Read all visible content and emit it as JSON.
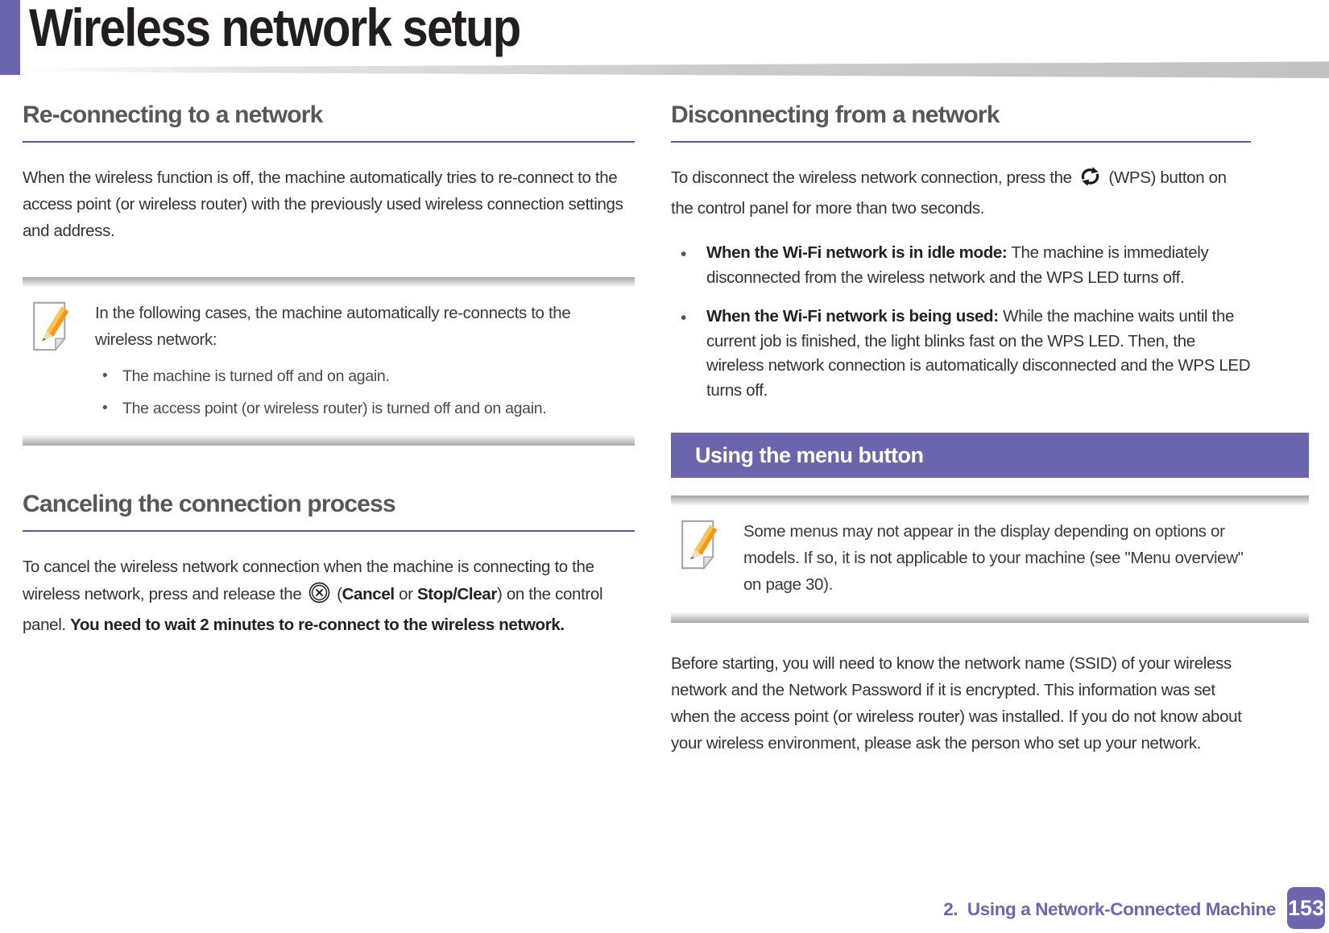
{
  "colors": {
    "accent_purple": "#6B65AE",
    "heading_gray": "#58585A",
    "body_text": "#333236",
    "rule_purple": "#5C55A6",
    "footer_purple": "#6C67AE"
  },
  "icons": {
    "note": "note-pencil-icon",
    "cancel": "cancel-stop-icon",
    "wps": "wps-refresh-icon"
  },
  "header": {
    "title": "Wireless network setup"
  },
  "left": {
    "reconnect": {
      "heading": "Re-connecting to a network",
      "body": "When the wireless function is off, the machine automatically tries to re-connect to the access point (or wireless router) with the previously used wireless connection settings and address."
    },
    "note": {
      "intro": "In the following cases, the machine automatically re-connects to the wireless network:",
      "bullets": [
        "The machine is turned off and on again.",
        "The access point (or wireless router) is turned off and on again."
      ]
    },
    "cancel": {
      "heading": "Canceling the connection process",
      "p_start": "To cancel the wireless network connection when the machine is connecting to the wireless network, press and release the ",
      "p_open_paren": " (",
      "btn_cancel": "Cancel",
      "p_or": " or ",
      "btn_stop": "Stop/Clear",
      "p_close": ") on the control panel. ",
      "p_bold_tail": "You need to wait 2 minutes to re-connect to the wireless network."
    }
  },
  "right": {
    "disconnect": {
      "heading": "Disconnecting from a network",
      "p_start": "To disconnect the wireless network connection, press the ",
      "p_end": " (WPS) button on the control panel for more than two seconds.",
      "bullets": [
        {
          "lead": "When the Wi-Fi network is in idle mode:",
          "text": " The machine is immediately disconnected from the wireless network and the WPS LED turns off."
        },
        {
          "lead": "When the Wi-Fi network is being used:",
          "text": " While the machine waits until the current job is finished, the light blinks fast on the WPS LED. Then, the wireless network connection is automatically disconnected and the WPS LED turns off."
        }
      ]
    },
    "menu_banner": {
      "label": "Using the menu button"
    },
    "note": {
      "text": "Some menus may not appear in the display depending on options or models. If so, it is not applicable to your machine (see \"Menu overview\" on page 30)."
    },
    "closing": "Before starting, you will need to know the network name (SSID) of your wireless network and the Network Password if it is encrypted. This information was set when the access point (or wireless router) was installed. If you do not know about your wireless environment, please ask the person who set up your network."
  },
  "footer": {
    "chapter": "2.  Using a Network-Connected Machine",
    "page_number": "153"
  }
}
